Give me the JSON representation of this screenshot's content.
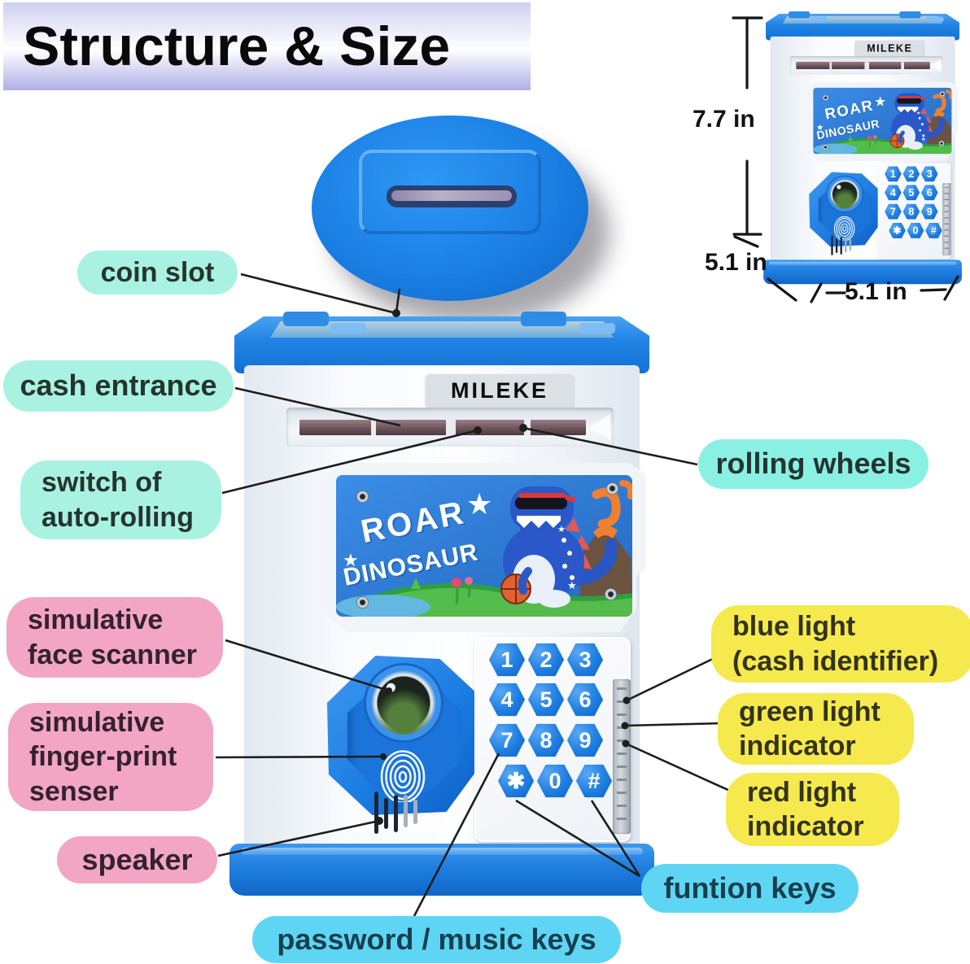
{
  "title": "Structure & Size",
  "product": {
    "brand": "MILEKE",
    "sticker_line1": "ROAR",
    "sticker_line2": "DINOSAUR",
    "keys": [
      "1",
      "2",
      "3",
      "4",
      "5",
      "6",
      "7",
      "8",
      "9",
      "✱",
      "0",
      "#"
    ]
  },
  "dimensions": {
    "height": "7.7 in",
    "depth": "5.1 in",
    "width": "5.1 in"
  },
  "labels": {
    "coin_slot": "coin slot",
    "cash_entrance": "cash entrance",
    "switch_auto_rolling": "switch of\nauto-rolling",
    "rolling_wheels": "rolling wheels",
    "face_scanner": "simulative\nface scanner",
    "fingerprint_sensor": "simulative\nfinger-print\nsenser",
    "speaker": "speaker",
    "blue_light": "blue light\n(cash identifier)",
    "green_light": "green light\nindicator",
    "red_light": "red light\nindicator",
    "function_keys": "funtion keys",
    "password_keys": "password / music keys"
  },
  "colors": {
    "pill_aqua": "#a9f2e1",
    "pill_aqua_bright": "#8af0e3",
    "pill_pink": "#f2a6c3",
    "pill_yellow": "#f5e94d",
    "pill_cyan": "#5ed5f3",
    "plastic_blue": "#1f7fe0",
    "banner_lavender": "#c6c6ee",
    "annotation_line": "#1d1d1d"
  }
}
